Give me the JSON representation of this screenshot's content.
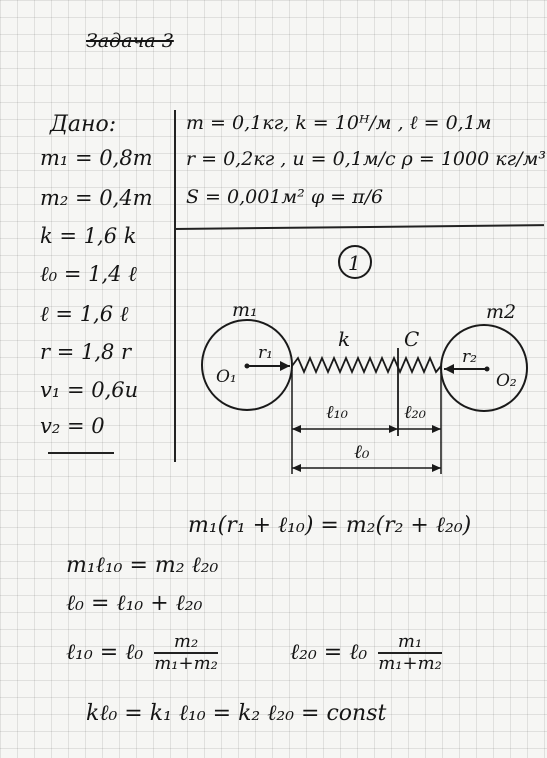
{
  "title": "Задача 3",
  "given": {
    "heading": "Дано:",
    "items": [
      "m₁ = 0,8m",
      "m₂ = 0,4m",
      "k = 1,6 k",
      "ℓ₀ = 1,4 ℓ",
      "ℓ = 1,6 ℓ",
      "r = 1,8 r",
      "v₁ = 0,6u",
      "v₂ = 0"
    ]
  },
  "conditions": {
    "line1": "m = 0,1кг, k = 10ᴴ/м , ℓ = 0,1м",
    "line2": "r = 0,2кг , u = 0,1м/с  ρ = 1000 кг/м³",
    "line3": "S = 0,001м²   φ = π/6"
  },
  "diagram": {
    "number": "1",
    "label_m1": "m₁",
    "label_m2": "m2",
    "label_k": "k",
    "label_c": "C",
    "label_o1": "O₁",
    "label_o2": "O₂",
    "label_r1": "r₁",
    "label_r2": "r₂",
    "label_l10": "ℓ₁₀",
    "label_l20": "ℓ₂₀",
    "label_l0": "ℓ₀"
  },
  "formulas": {
    "f1": "m₁(r₁ + ℓ₁₀) = m₂(r₂ + ℓ₂₀)",
    "f2": "m₁ℓ₁₀ = m₂ ℓ₂₀",
    "f3": "ℓ₀ = ℓ₁₀ + ℓ₂₀",
    "f4_lhs": "ℓ₁₀ = ℓ₀",
    "f4_num": "m₂",
    "f4_den": "m₁+m₂",
    "f5_lhs": "ℓ₂₀ = ℓ₀",
    "f5_num": "m₁",
    "f5_den": "m₁+m₂",
    "f6": "kℓ₀ = k₁ ℓ₁₀ = k₂ ℓ₂₀ = const"
  }
}
